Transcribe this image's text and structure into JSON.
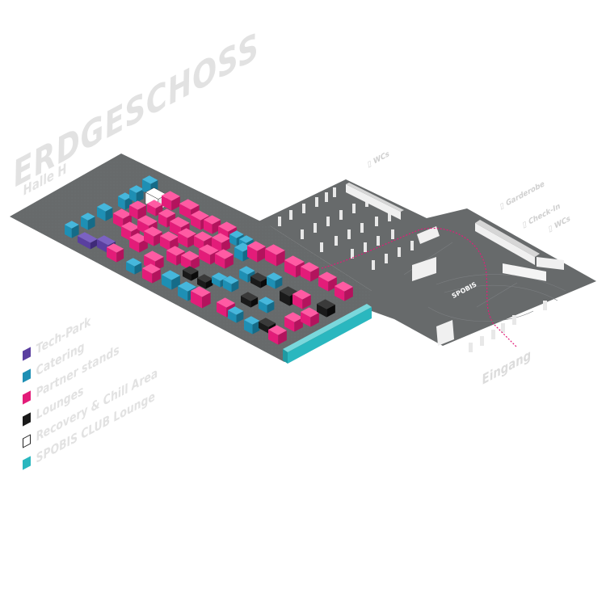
{
  "map": {
    "floor_title": "ERDGESCHOSS",
    "hall_label": "Halle H",
    "entrance_label": "Eingang",
    "center_logo": "SPOBIS",
    "room_labels": [
      {
        "text": "▯ WCs"
      },
      {
        "text": "▯ Garderobe"
      },
      {
        "text": "▯ Check-In"
      },
      {
        "text": "▯ WCs"
      }
    ]
  },
  "legend": {
    "items": [
      {
        "label": "Tech-Park",
        "color": "#5a3fa0",
        "outline": false
      },
      {
        "label": "Catering",
        "color": "#1e8fb4",
        "outline": false
      },
      {
        "label": "Partner stands",
        "color": "#e31c79",
        "outline": false
      },
      {
        "label": "Lounges",
        "color": "#1a1a1a",
        "outline": false
      },
      {
        "label": "Recovery & Chill Area",
        "color": "#ffffff",
        "outline": true
      },
      {
        "label": "SPOBIS CLUB Lounge",
        "color": "#2ab7bf",
        "outline": false
      }
    ]
  },
  "colors": {
    "floor": "#676a6b",
    "floor_pattern": "#72767a",
    "pillar": "#e6e6e6",
    "route": "#e31c79"
  }
}
